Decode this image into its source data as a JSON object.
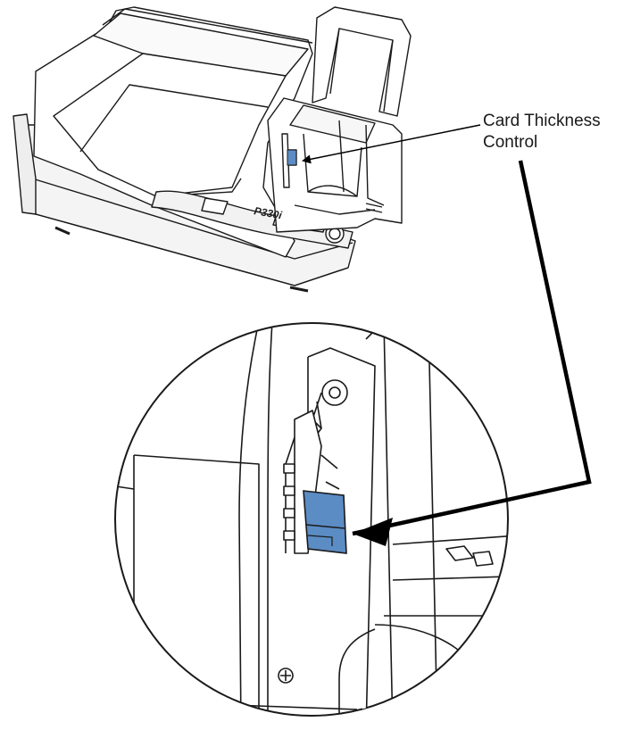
{
  "callout": {
    "line1": "Card Thickness",
    "line2": "Control"
  },
  "printer": {
    "model_label": "P330i"
  },
  "colors": {
    "outline": "#1a1a1a",
    "lever_blue": "#5b8cc4",
    "background": "#ffffff"
  }
}
